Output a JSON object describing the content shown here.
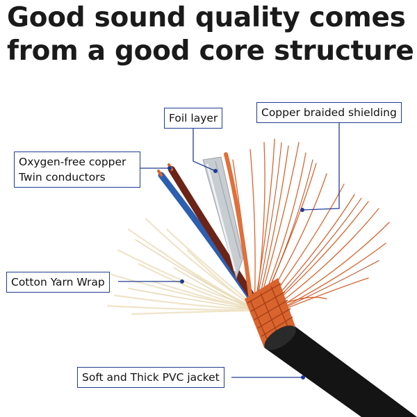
{
  "headline": {
    "line1": "Good sound quality comes",
    "line2": "from a good core structure"
  },
  "callouts": {
    "foil": "Foil layer",
    "copper_braid": "Copper braided shielding",
    "oxygen_free_line1": "Oxygen-free copper",
    "oxygen_free_line2": "Twin conductors",
    "cotton": "Cotton Yarn Wrap",
    "pvc": "Soft and Thick PVC jacket"
  },
  "colors": {
    "leader": "#1f3a93",
    "copper": "#d9642e",
    "jacket": "#141414",
    "foil": "#c8cdd2",
    "blue_wire": "#2d5fb0",
    "brown_wire": "#6b2417",
    "cotton": "#efe4c8"
  }
}
